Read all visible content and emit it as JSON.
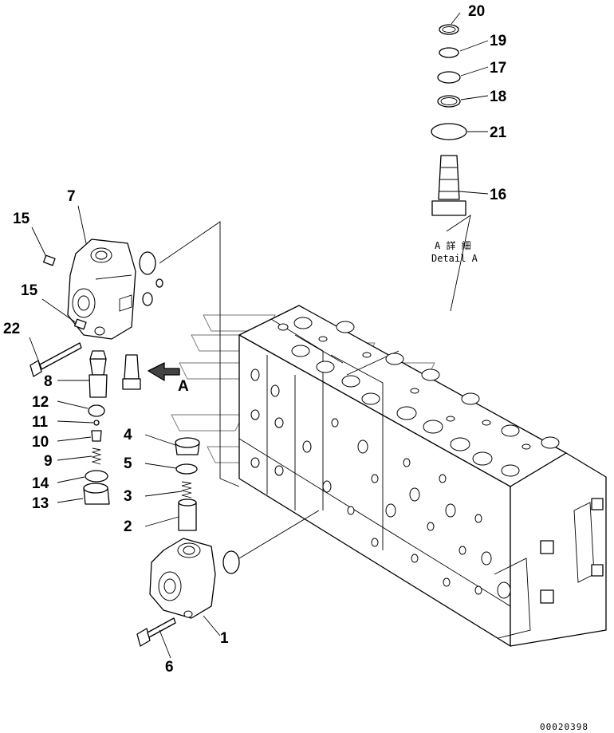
{
  "callouts": [
    {
      "id": "1",
      "label": "1"
    },
    {
      "id": "2",
      "label": "2"
    },
    {
      "id": "3",
      "label": "3"
    },
    {
      "id": "4",
      "label": "4"
    },
    {
      "id": "5",
      "label": "5"
    },
    {
      "id": "6",
      "label": "6"
    },
    {
      "id": "7",
      "label": "7"
    },
    {
      "id": "8",
      "label": "8"
    },
    {
      "id": "9",
      "label": "9"
    },
    {
      "id": "10",
      "label": "10"
    },
    {
      "id": "11",
      "label": "11"
    },
    {
      "id": "12",
      "label": "12"
    },
    {
      "id": "13",
      "label": "13"
    },
    {
      "id": "14",
      "label": "14"
    },
    {
      "id": "15a",
      "label": "15"
    },
    {
      "id": "15b",
      "label": "15"
    },
    {
      "id": "16",
      "label": "16"
    },
    {
      "id": "17",
      "label": "17"
    },
    {
      "id": "18",
      "label": "18"
    },
    {
      "id": "19",
      "label": "19"
    },
    {
      "id": "20",
      "label": "20"
    },
    {
      "id": "21",
      "label": "21"
    },
    {
      "id": "22",
      "label": "22"
    }
  ],
  "detail_label": {
    "line1": "A 詳 細",
    "line2": "Detail A"
  },
  "view_arrow_label": "A",
  "drawing_code": "00020398"
}
